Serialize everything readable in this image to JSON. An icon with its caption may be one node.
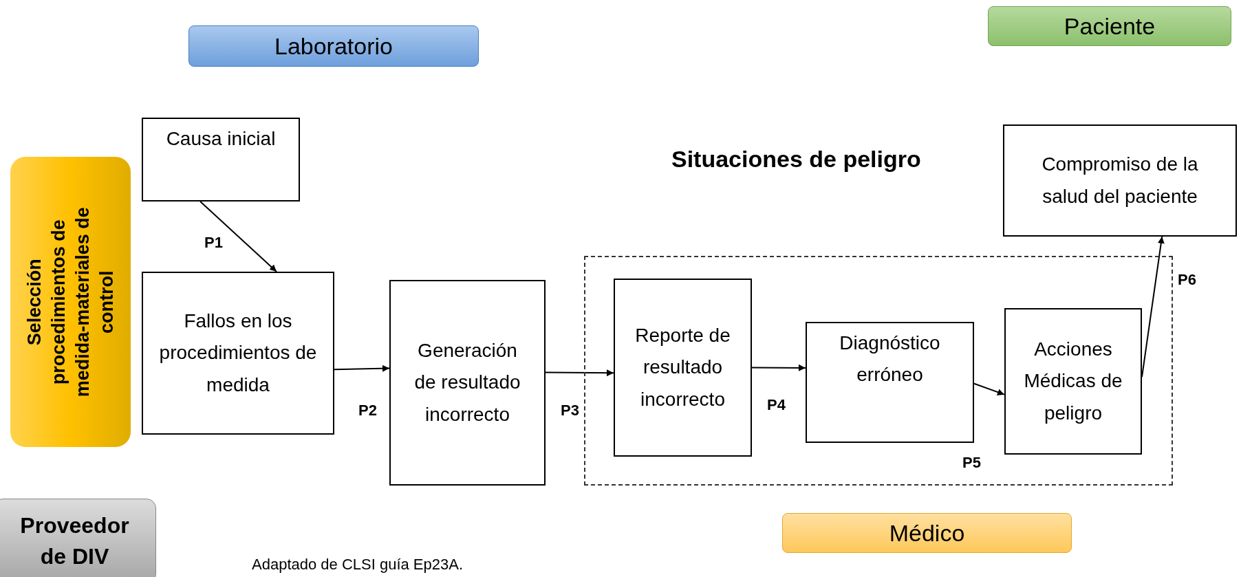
{
  "diagram": {
    "caption": "Adaptado de CLSI guía Ep23A.",
    "nodes": [
      {
        "text": [
          "Laboratorio"
        ]
      },
      {
        "text": [
          "Paciente"
        ]
      },
      {
        "text": [
          "Causa inicial"
        ]
      },
      {
        "text": [
          "Selección procedimientos de medida-materiales de control"
        ]
      },
      {
        "text": [
          "Fallos en los procedimientos de medida"
        ]
      },
      {
        "text": [
          "Generación de resultado incorrecto"
        ]
      },
      {
        "text": [],
        "shape": "box"
      },
      {
        "text": [
          "Reporte de resultado incorrecto"
        ],
        "in": 6
      },
      {
        "text": [
          "Diagnóstico erróneo"
        ],
        "in": 6
      },
      {
        "text": [
          "Acciones Médicas de peligro"
        ],
        "in": 6
      },
      {
        "text": [
          "Compromiso de la salud del paciente"
        ]
      },
      {
        "text": [
          "Proveedor de DIV"
        ]
      },
      {
        "text": [
          "Médico"
        ]
      }
    ],
    "edges": [
      {
        "from": 2,
        "to": 4,
        "arrow": "to"
      },
      {
        "from": 4,
        "to": 5,
        "arrow": "to"
      },
      {
        "from": 5,
        "to": 7,
        "arrow": "to"
      },
      {
        "from": 7,
        "to": 8,
        "arrow": "to"
      },
      {
        "from": 8,
        "to": 9,
        "arrow": "to"
      },
      {
        "from": 9,
        "to": 10,
        "arrow": "to"
      }
    ],
    "labels": [
      "Situaciones de peligro",
      "P1",
      "P2",
      "P3",
      "P4",
      "P5",
      "P6"
    ]
  }
}
